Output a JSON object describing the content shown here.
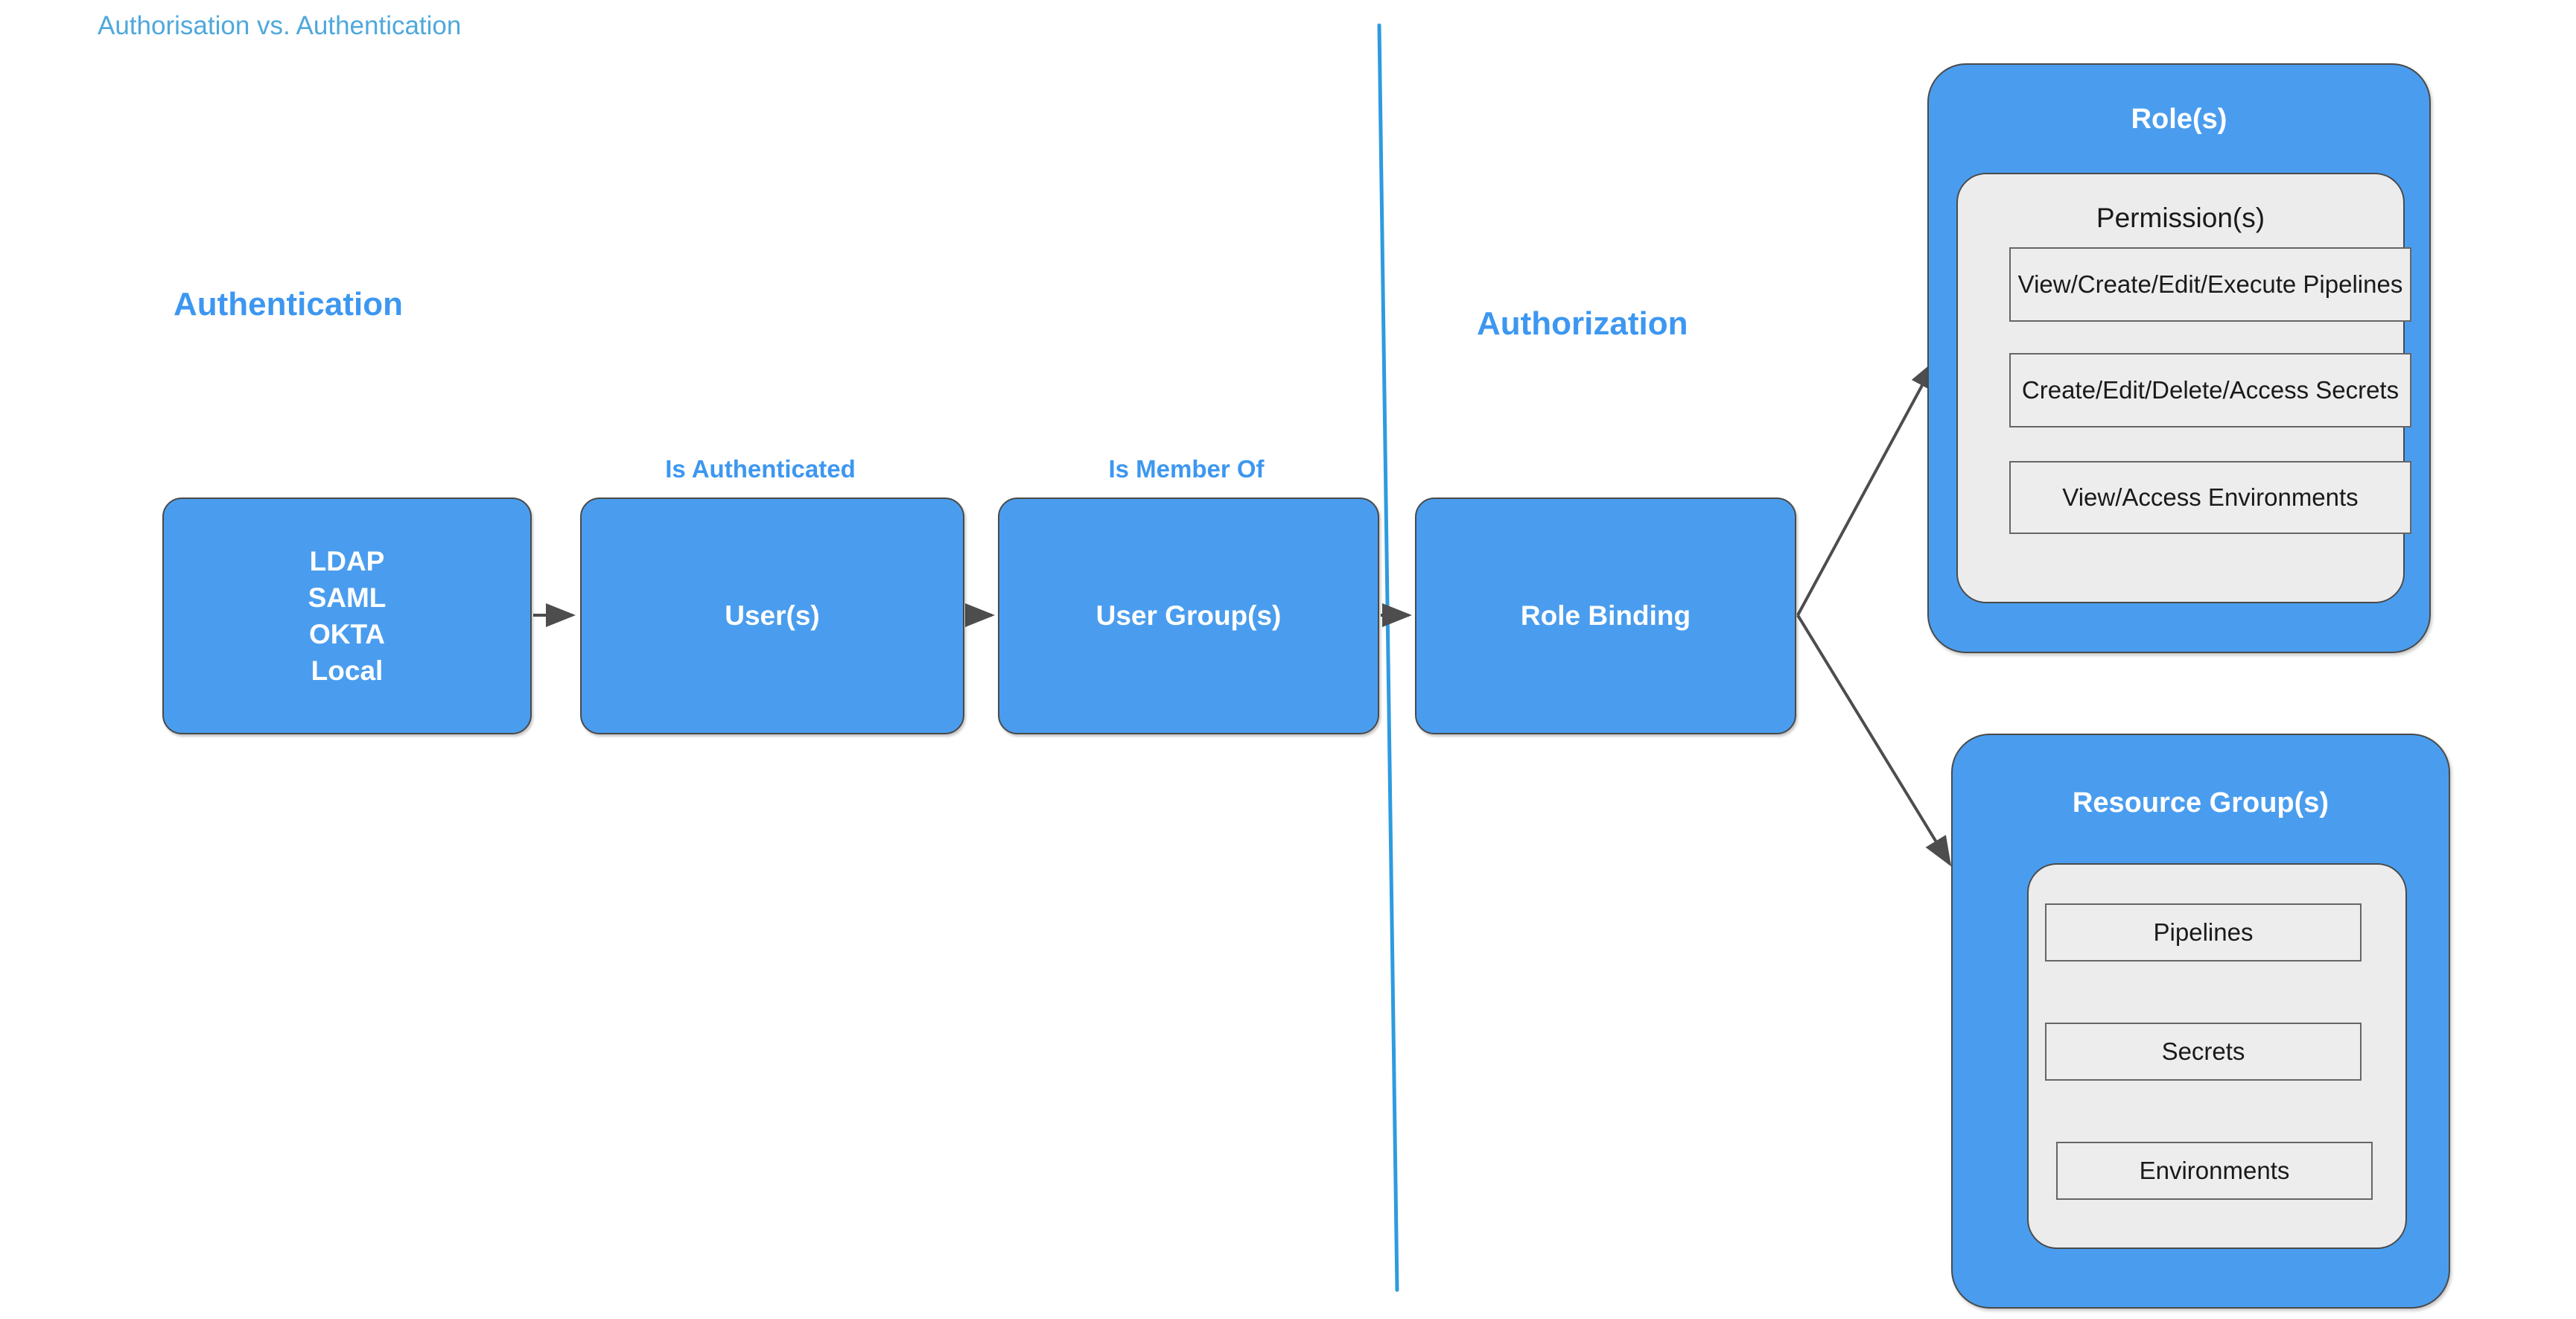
{
  "title": "Authorisation vs. Authentication",
  "headings": {
    "authentication": "Authentication",
    "authorization": "Authorization"
  },
  "edge_labels": {
    "is_authenticated": "Is Authenticated",
    "is_member_of": "Is Member Of"
  },
  "flow": {
    "identity_providers": "LDAP\nSAML\nOKTA\nLocal",
    "users": "User(s)",
    "user_groups": "User Group(s)",
    "role_binding": "Role Binding"
  },
  "roles_panel": {
    "title": "Role(s)",
    "permissions_title": "Permission(s)",
    "permissions": [
      "View/Create/Edit/Execute Pipelines",
      "Create/Edit/Delete/Access Secrets",
      "View/Access Environments"
    ]
  },
  "resource_groups_panel": {
    "title": "Resource Group(s)",
    "resources": [
      "Pipelines",
      "Secrets",
      "Environments"
    ]
  },
  "colors": {
    "title_blue": "#4FA8DC",
    "heading_blue": "#3D97F0",
    "box_fill_blue": "#4A9DEE",
    "box_stroke": "#4A4A4A",
    "inner_panel_fill": "#ECECEC",
    "item_fill": "#EDEDED",
    "item_stroke": "#666666",
    "divider_blue": "#2E9BE0",
    "arrow_stroke": "#4D4D4D",
    "box_text": "#FFFFFF",
    "item_text": "#1A1A1A",
    "background": "#FFFFFF"
  }
}
